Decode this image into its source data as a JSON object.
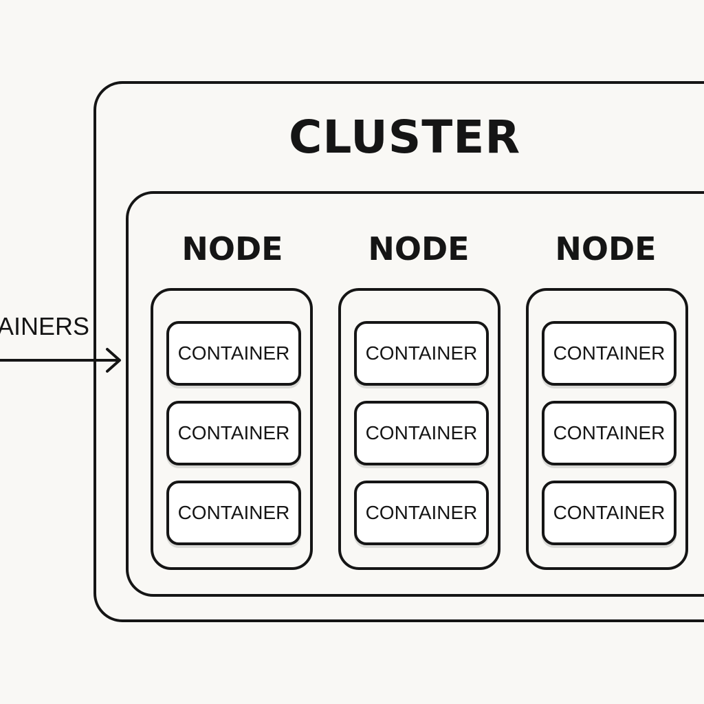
{
  "diagram": {
    "cluster_label": "CLUSTER",
    "incoming_label": "AINERS",
    "nodes": [
      {
        "label": "NODE",
        "containers": [
          "CONTAINER",
          "CONTAINER",
          "CONTAINER"
        ]
      },
      {
        "label": "NODE",
        "containers": [
          "CONTAINER",
          "CONTAINER",
          "CONTAINER"
        ]
      },
      {
        "label": "NODE",
        "containers": [
          "CONTAINER",
          "CONTAINER",
          "CONTAINER"
        ]
      }
    ]
  }
}
